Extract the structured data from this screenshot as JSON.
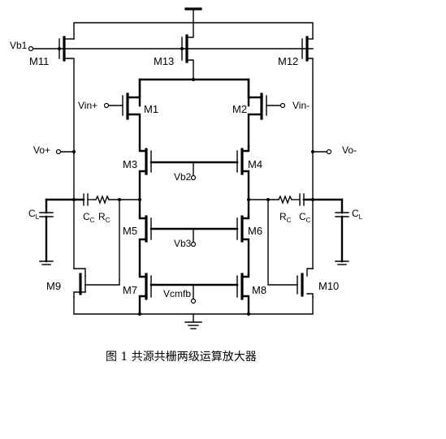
{
  "caption": "图 1  共源共栅两级运算放大器",
  "transistors": {
    "m1": "M1",
    "m2": "M2",
    "m3": "M3",
    "m4": "M4",
    "m5": "M5",
    "m6": "M6",
    "m7": "M7",
    "m8": "M8",
    "m9": "M9",
    "m10": "M10",
    "m11": "M11",
    "m12": "M12",
    "m13": "M13"
  },
  "nodes": {
    "vb1": "Vb1",
    "vb2": "Vb2",
    "vb3": "Vb3",
    "vcmfb": "Vcmfb",
    "vin_plus": "Vin+",
    "vin_minus": "Vin-",
    "vo_plus": "Vo+",
    "vo_minus": "Vo-"
  },
  "components": {
    "cc_base": "C",
    "cc_sub": "C",
    "rc_base": "R",
    "rc_sub": "C",
    "cl_base": "C",
    "cl_sub": "L"
  }
}
